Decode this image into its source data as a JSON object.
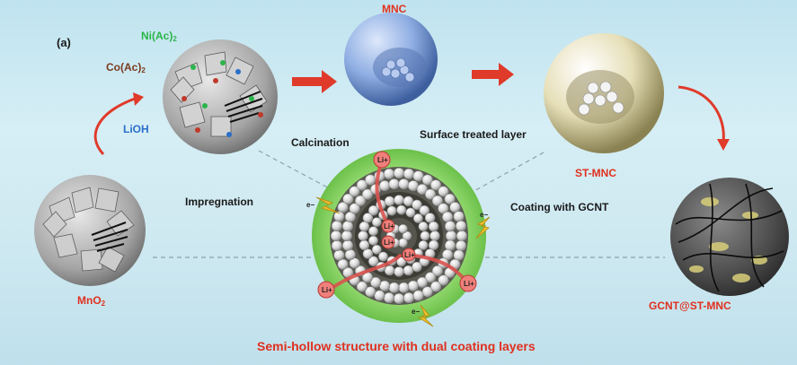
{
  "panel_label": "(a)",
  "labels": {
    "mnc": "MNC",
    "ni_ac": "Ni(Ac)",
    "ni_ac_sub": "2",
    "co_ac": "Co(Ac)",
    "co_ac_sub": "2",
    "lioh": "LiOH",
    "calcination": "Calcination",
    "surface_treated": "Surface treated layer",
    "st_mnc": "ST-MNC",
    "impregnation": "Impregnation",
    "coating_gcnt": "Coating with GCNT",
    "mno2": "MnO",
    "mno2_sub": "2",
    "gcnt_st_mnc": "GCNT@ST-MNC",
    "caption": "Semi-hollow structure with dual coating layers"
  },
  "ions": {
    "li": "Li+",
    "electron": "e−"
  },
  "colors": {
    "accent_red": "#e0301e",
    "label_green": "#2bb54a",
    "label_blue": "#2a6fc9",
    "coating_green": "#8fd66a",
    "mnc_blue": "#7f9fd8",
    "sphere_gold": "#d9cf9a",
    "lithium_path": "#d9534f"
  },
  "icons": [
    "arrow-right-icon",
    "curved-arrow-icon",
    "electron-bolt-icon"
  ]
}
